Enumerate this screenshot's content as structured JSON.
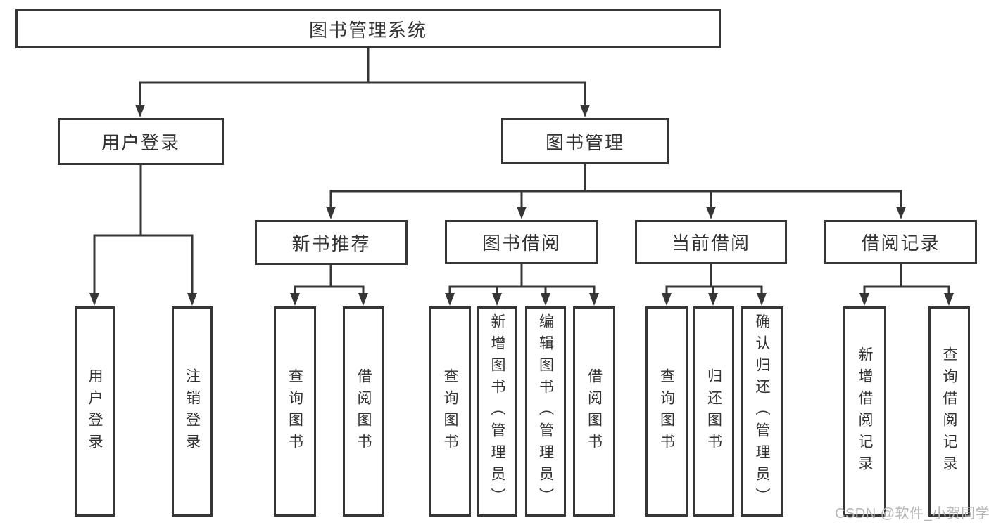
{
  "diagram": {
    "title": "图书管理系统",
    "watermark": "CSDN @软件_小贺同学",
    "colors": {
      "line": "#363636",
      "box_border": "#363636",
      "box_fill": "#ffffff",
      "text": "#333333",
      "watermark": "#b6b6b6"
    },
    "nodes": {
      "root": "图书管理系统",
      "user_login": "用户登录",
      "book_mgmt": "图书管理",
      "new_book_rec": "新书推荐",
      "book_borrow": "图书借阅",
      "current_borrow": "当前借阅",
      "borrow_records": "借阅记录",
      "leaf_user_login": "用户登录",
      "leaf_logout": "注销登录",
      "leaf_query_book_1": "查询图书",
      "leaf_borrow_book_1": "借阅图书",
      "leaf_query_book_2": "查询图书",
      "leaf_add_book": "新增图书（管理员）",
      "leaf_edit_book": "编辑图书（管理员）",
      "leaf_borrow_book_2": "借阅图书",
      "leaf_query_book_3": "查询图书",
      "leaf_return_book": "归还图书",
      "leaf_confirm_return": "确认归还（管理员）",
      "leaf_add_borrow_record": "新增借阅记录",
      "leaf_query_borrow_record": "查询借阅记录"
    }
  }
}
